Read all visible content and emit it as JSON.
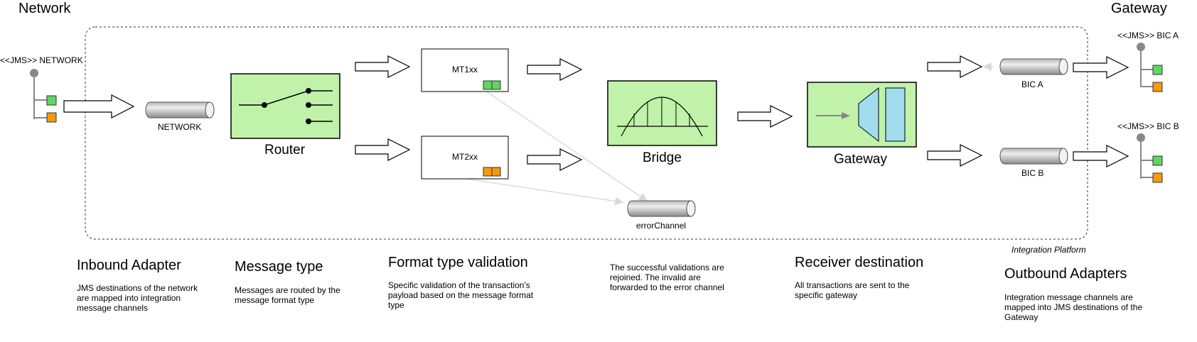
{
  "headers": {
    "left": "Network",
    "right": "Gateway"
  },
  "jms": {
    "network": "<<JMS>> NETWORK",
    "bic_a": "<<JMS>> BIC A",
    "bic_b": "<<JMS>> BIC B"
  },
  "channels": {
    "network": "NETWORK",
    "error": "errorChannel",
    "bic_a": "BIC A",
    "bic_b": "BIC B"
  },
  "components": {
    "router": "Router",
    "mt1": "MT1xx",
    "mt2": "MT2xx",
    "bridge": "Bridge",
    "gateway": "Gateway"
  },
  "platform_label": "Integration Platform",
  "sections": [
    {
      "title": "Inbound Adapter",
      "desc": "JMS destinations of the network are mapped into integration message channels"
    },
    {
      "title": "Message type",
      "desc": "Messages are routed by the message format type"
    },
    {
      "title": "Format type validation",
      "desc": "Specific validation of the transaction's payload based on the message format type"
    },
    {
      "title": "",
      "desc": "The successful validations are rejoined. The invalid are forwarded to the error channel"
    },
    {
      "title": "Receiver destination",
      "desc": "All transactions are sent to the specific gateway"
    },
    {
      "title": "Outbound Adapters",
      "desc": "Integration message channels are mapped into JMS destinations of the Gateway"
    }
  ],
  "colors": {
    "component_fill": "#c0f2aa",
    "success_marker": "#5fd65f",
    "error_marker": "#f59a0c",
    "gateway_shape": "#a0dcee",
    "pin": "#888888"
  }
}
